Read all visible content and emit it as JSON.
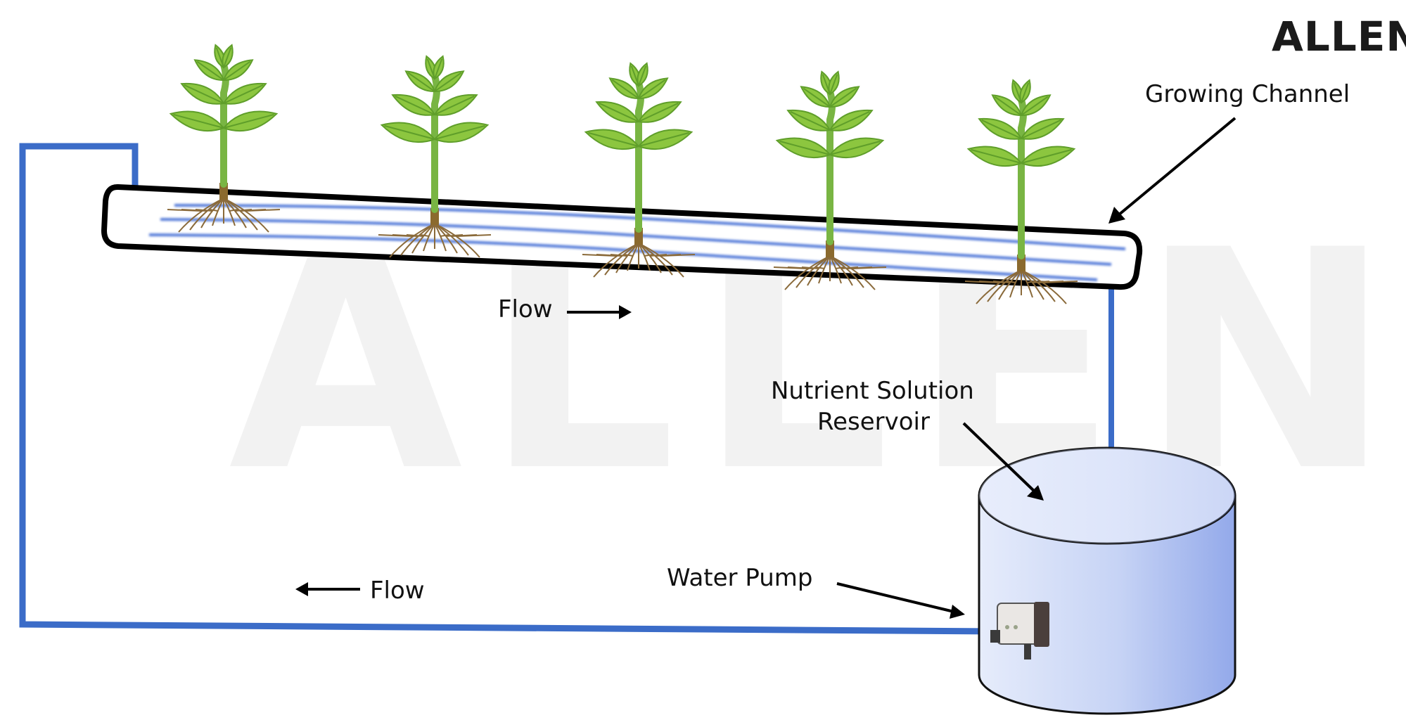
{
  "brand": {
    "name": "ALLEN",
    "watermark": "ALLEN"
  },
  "labels": {
    "growing_channel": "Growing Channel",
    "flow_top": "Flow",
    "flow_bottom": "Flow",
    "reservoir_line1": "Nutrient Solution",
    "reservoir_line2": "Reservoir",
    "water_pump": "Water Pump"
  },
  "colors": {
    "pipe": "#3b6cc8",
    "channel_border": "#000000",
    "plant_leaf": "#8cc63f",
    "plant_leaf_dark": "#5f9e2a",
    "stem": "#79b543",
    "root": "#8a6a3a",
    "tank_light": "#e3eafb",
    "tank_dark": "#9db0ea",
    "water_line": "#4a72d6"
  },
  "plants": {
    "count": 5
  }
}
